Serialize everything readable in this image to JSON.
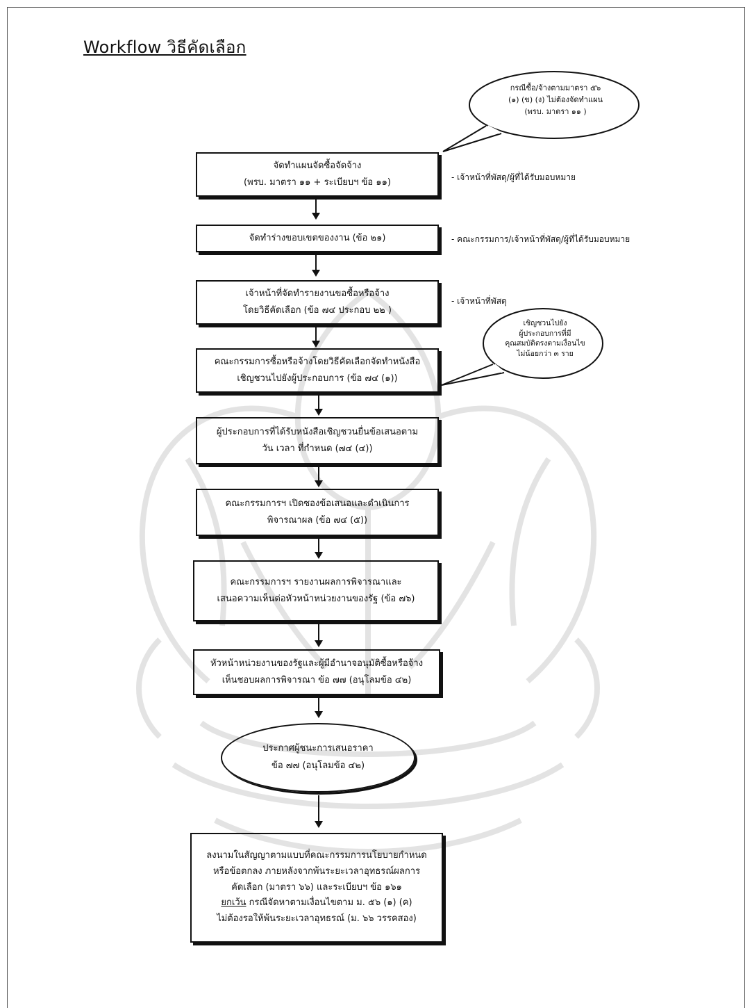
{
  "page": {
    "title": "Workflow วิธีคัดเลือก"
  },
  "callouts": [
    {
      "lines": [
        "กรณีซื้อ/จ้างตามมาตรา ๕๖",
        "(๑) (ข) (ง) ไม่ต้องจัดทำแผน",
        "(พรบ. มาตรา ๑๑ )"
      ]
    },
    {
      "lines": [
        "เชิญชวนไปยัง",
        "ผู้ประกอบการที่มี",
        "คุณสมบัติตรงตามเงื่อนไข",
        "ไม่น้อยกว่า ๓ ราย"
      ]
    }
  ],
  "steps": [
    {
      "lines": [
        "จัดทำแผนจัดซื้อจัดจ้าง",
        "(พรบ. มาตรา ๑๑ + ระเบียบฯ ข้อ ๑๑)"
      ],
      "note": "- เจ้าหน้าที่พัสดุ/ผู้ที่ได้รับมอบหมาย"
    },
    {
      "lines": [
        "จัดทำร่างขอบเขตของงาน (ข้อ ๒๑)"
      ],
      "note": "- คณะกรรมการ/เจ้าหน้าที่พัสดุ/ผู้ที่ได้รับมอบหมาย"
    },
    {
      "lines": [
        "เจ้าหน้าที่จัดทำรายงานขอซื้อหรือจ้าง",
        "โดยวิธีคัดเลือก (ข้อ ๗๔ ประกอบ ๒๒ )"
      ],
      "note": "- เจ้าหน้าที่พัสดุ"
    },
    {
      "lines": [
        "คณะกรรมการซื้อหรือจ้างโดยวิธีคัดเลือกจัดทำหนังสือ",
        "เชิญชวนไปยังผู้ประกอบการ (ข้อ ๗๔ (๑))"
      ]
    },
    {
      "lines": [
        "ผู้ประกอบการที่ได้รับหนังสือเชิญชวนยื่นข้อเสนอตาม",
        "วัน เวลา ที่กำหนด (๗๔ (๔))"
      ]
    },
    {
      "lines": [
        "คณะกรรมการฯ เปิดซองข้อเสนอและดำเนินการ",
        "พิจารณาผล (ข้อ ๗๔ (๕))"
      ]
    },
    {
      "lines": [
        "คณะกรรมการฯ รายงานผลการพิจารณาและ",
        "เสนอความเห็นต่อหัวหน้าหน่วยงานของรัฐ (ข้อ ๗๖)"
      ]
    },
    {
      "lines": [
        "หัวหน้าหน่วยงานของรัฐและผู้มีอำนาจอนุมัติซื้อหรือจ้าง",
        "เห็นชอบผลการพิจารณา ข้อ ๗๗ (อนุโลมข้อ ๔๒)"
      ]
    },
    {
      "lines": [
        "ประกาศผู้ชนะการเสนอราคา",
        "ข้อ ๗๗ (อนุโลมข้อ ๔๒)"
      ]
    },
    {
      "lines": [
        "ลงนามในสัญญาตามแบบที่คณะกรรมการนโยบายกำหนด",
        "หรือข้อตกลง ภายหลังจากพ้นระยะเวลาอุทธรณ์ผลการ",
        "คัดเลือก (มาตรา ๖๖) และระเบียบฯ ข้อ ๑๖๑"
      ],
      "except_label": "ยกเว้น",
      "except_rest": " กรณีจัดหาตามเงื่อนไขตาม ม. ๕๖ (๑) (ค)",
      "last_line": "ไม่ต้องรอให้พ้นระยะเวลาอุทธรณ์ (ม. ๖๖ วรรคสอง)"
    }
  ]
}
